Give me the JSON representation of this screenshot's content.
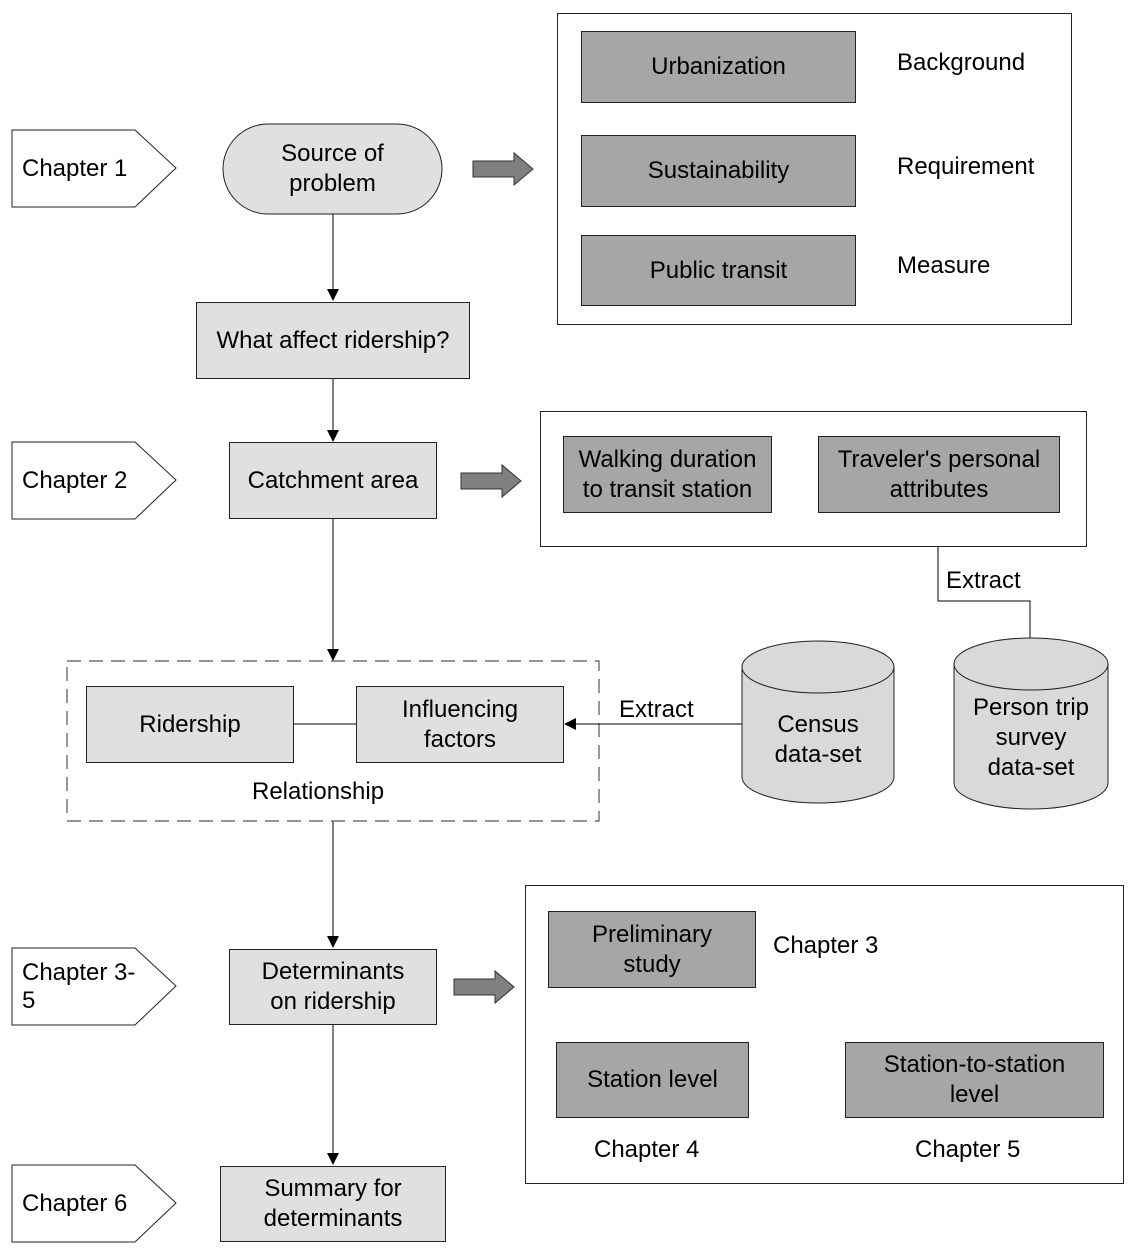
{
  "chapters": {
    "ch1": "Chapter 1",
    "ch2": "Chapter 2",
    "ch3_5": "Chapter 3-5",
    "ch6": "Chapter 6"
  },
  "flow": {
    "source": "Source of\nproblem",
    "what_affect": "What affect ridership?",
    "catchment": "Catchment area",
    "determinants": "Determinants\non ridership",
    "summary": "Summary for\ndeterminants"
  },
  "background_panel": {
    "urbanization": "Urbanization",
    "sustainability": "Sustainability",
    "public_transit": "Public transit",
    "background": "Background",
    "requirement": "Requirement",
    "measure": "Measure"
  },
  "catchment_panel": {
    "walking": "Walking duration\nto transit station",
    "traveler": "Traveler's personal\nattributes"
  },
  "relationship_group": {
    "ridership": "Ridership",
    "influencing": "Influencing\nfactors",
    "relationship_label": "Relationship"
  },
  "datasets": {
    "census": "Census\ndata-set",
    "person_trip": "Person trip\nsurvey\ndata-set",
    "extract_census": "Extract",
    "extract_person": "Extract"
  },
  "determinants_panel": {
    "preliminary": "Preliminary\nstudy",
    "station_level": "Station level",
    "station_to_station": "Station-to-station\nlevel",
    "chapter3": "Chapter 3",
    "chapter4": "Chapter 4",
    "chapter5": "Chapter 5"
  },
  "colors": {
    "light_fill": "#e0e0e0",
    "dark_fill": "#a6a6a6",
    "cylinder_fill": "#d9d9d9",
    "block_arrow": "#808080"
  }
}
